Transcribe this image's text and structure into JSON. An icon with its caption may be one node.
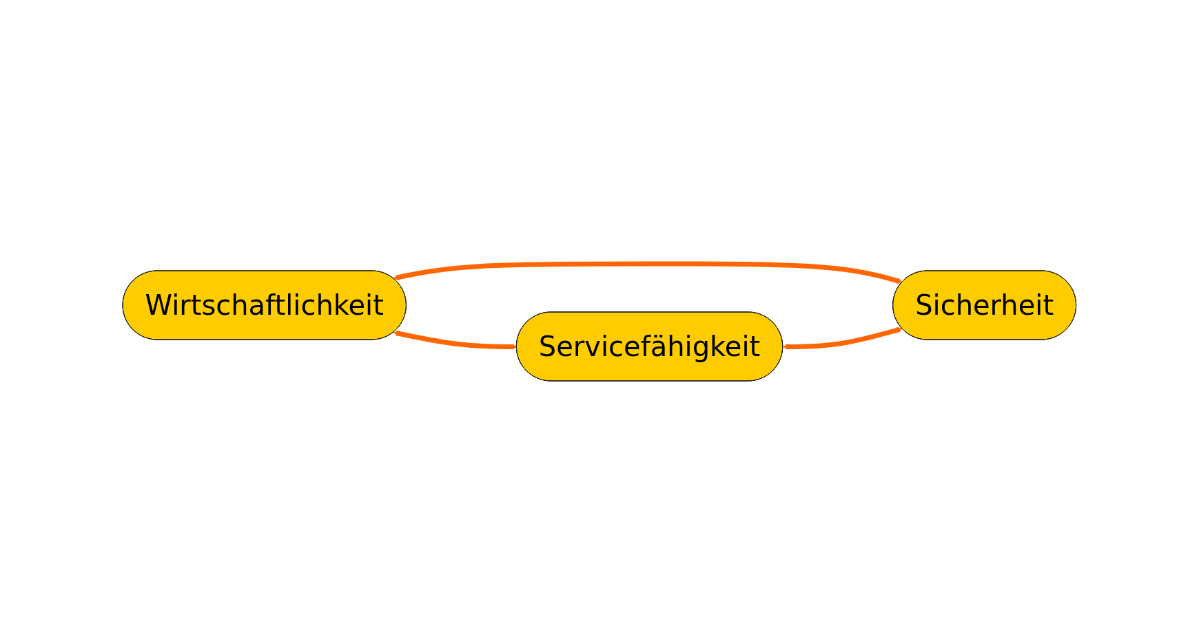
{
  "diagram": {
    "nodes": [
      {
        "text": [
          "Wirtschaftlichkeit"
        ]
      },
      {
        "text": [
          "Servicefähigkeit"
        ]
      },
      {
        "text": [
          "Sicherheit"
        ]
      }
    ],
    "edges": [
      {
        "from": 0,
        "to": 1,
        "arrow": "both"
      },
      {
        "from": 0,
        "to": 2,
        "arrow": "both"
      },
      {
        "from": 1,
        "to": 2,
        "arrow": "both"
      }
    ]
  }
}
